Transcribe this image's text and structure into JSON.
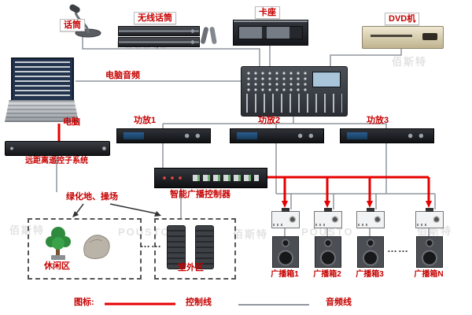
{
  "diagram": {
    "watermarks": [
      "佰斯特",
      "POUSTO"
    ],
    "devices": {
      "mic": "话筒",
      "wireless_mic": "无线话筒",
      "cassette": "卡座",
      "dvd": "DVD机",
      "computer": "电脑",
      "computer_audio": "电脑音频",
      "amp1": "功放1",
      "amp2": "功放2",
      "amp3": "功放3",
      "remote_subsystem": "远距离遥控子系统",
      "controller": "智能广播控制器",
      "green_area": "绿化地、操场",
      "leisure_area": "休闲区",
      "outdoor_area": "室外区",
      "broadcast_box1": "广播箱1",
      "broadcast_box2": "广播箱2",
      "broadcast_box3": "广播箱3",
      "broadcast_boxN": "广播箱N",
      "ellipsis": "……"
    },
    "legend": {
      "title": "图标:",
      "control_line": "控制线",
      "audio_line": "音频线"
    },
    "colors": {
      "control_line": "#e60000",
      "audio_line": "#8f969e",
      "label_text": "#c60000"
    }
  }
}
